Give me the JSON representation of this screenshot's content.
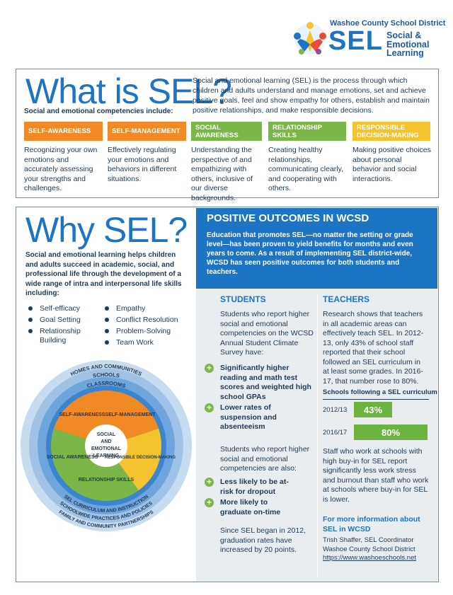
{
  "header": {
    "district": "Washoe County School District",
    "logo_text": "SEL",
    "sub_line1": "Social &",
    "sub_line2": "Emotional",
    "sub_line3": "Learning"
  },
  "what": {
    "title": "What is SEL?",
    "competencies_label": "Social and emotional competencies include:",
    "definition": "Social and emotional learning (SEL) is the process through which children and adults understand and manage emotions, set and achieve positive goals, feel and show empathy for others, establish and maintain positive relationships, and make responsible decisions.",
    "competencies": [
      {
        "label": "SELF-AWARENESS",
        "color": "#f08a24",
        "desc": "Recognizing your own emotions and accurately assessing your strengths and challenges."
      },
      {
        "label": "SELF-MANAGEMENT",
        "color": "#f08a24",
        "desc": "Effectively regulating your emotions and behaviors in different situations."
      },
      {
        "label": "SOCIAL AWARENESS",
        "color": "#7ab648",
        "desc": "Understanding the perspective of and empathizing with others, inclusive of our diverse backgrounds."
      },
      {
        "label": "RELATIONSHIP SKILLS",
        "color": "#7ab648",
        "desc": "Creating healthy relationships, communicating clearly, and cooperating with others."
      },
      {
        "label": "RESPONSIBLE DECISION-MAKING",
        "color": "#f5c230",
        "desc": "Making positive choices about personal behavior and social interactions."
      }
    ]
  },
  "why": {
    "title": "Why SEL?",
    "body": "Social and emotional learning helps children and adults succeed in academic, social, and professional life through the development of a wide range of intra and interpersonal life skills including:",
    "skills_left": [
      "Self-efficacy",
      "Goal Setting",
      "Relationship Building"
    ],
    "skills_right": [
      "Empathy",
      "Conflict Resolution",
      "Problem-Solving",
      "Team Work"
    ]
  },
  "wheel": {
    "rings": [
      "HOMES AND COMMUNITIES",
      "SCHOOLS",
      "CLASSROOMS"
    ],
    "bottom_rings": [
      "SEL CURRICULUM AND INSTRUCTION",
      "SCHOOLWIDE PRACTICES AND POLICIES",
      "FAMILY AND COMMUNITY PARTNERSHIPS"
    ],
    "segments": [
      "SELF-AWARENESS",
      "SELF-MANAGEMENT",
      "RESPONSIBLE DECISION-MAKING",
      "RELATIONSHIP SKILLS",
      "SOCIAL AWARENESS"
    ],
    "center": [
      "SOCIAL",
      "AND",
      "EMOTIONAL",
      "LEARNING"
    ]
  },
  "outcomes": {
    "title": "POSITIVE OUTCOMES IN WCSD",
    "text": "Education that promotes SEL—no matter the setting or grade level—has been proven to yield benefits for months and even years to come. As a result of implementing SEL district-wide, WCSD has seen positive outcomes for both students and teachers."
  },
  "students": {
    "heading": "STUDENTS",
    "intro": "Students who report higher social and emotional competencies on the WCSD Annual Student Climate Survey have:",
    "benefits1": [
      "Significantly higher reading and math test scores and weighted high school GPAs",
      "Lower rates of suspension and absenteeism"
    ],
    "intro2": "Students who report higher social and emotional competencies are also:",
    "benefits2": [
      "Less likely to be at-risk for dropout",
      "More likely to graduate on-time"
    ],
    "closing": "Since SEL began in 2012, graduation rates have increased by 20 points."
  },
  "teachers": {
    "heading": "TEACHERS",
    "text": "Research shows that teachers in all academic areas can effectively teach SEL. In 2012-13, only 43% of school staff reported that their school followed an SEL curriculum in at least some grades. In 2016-17, that number rose to 80%.",
    "chart_label": "Schools following a SEL curriculum",
    "text2": "Staff who work at schools with high buy-in for SEL report significantly less work stress and burnout than staff who work at schools where buy-in for SEL is lower.",
    "more_info": "For more information about SEL in WCSD",
    "contact_name": "Trish Shaffer, SEL Coordinator",
    "contact_org": "Washoe County School District",
    "contact_url": "https://www.washoeschools.net"
  },
  "chart_data": {
    "type": "bar",
    "title": "Schools following a SEL curriculum",
    "categories": [
      "2012/13",
      "2016/17"
    ],
    "values": [
      43,
      80
    ],
    "value_labels": [
      "43%",
      "80%"
    ],
    "xlim": [
      0,
      100
    ],
    "orientation": "horizontal"
  }
}
